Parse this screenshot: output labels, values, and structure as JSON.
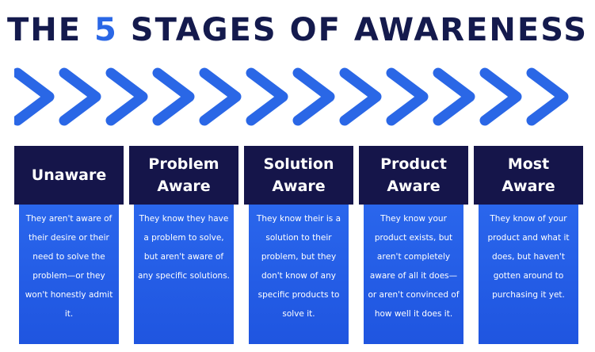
{
  "title": {
    "before": "THE ",
    "number": "5",
    "after": " STAGES OF AWARENESS"
  },
  "colors": {
    "navy": "#15154a",
    "blue": "#2563eb",
    "title": "#141a4d",
    "accent": "#2a67e6"
  },
  "chevron_count": 12,
  "stages": [
    {
      "name": "Unaware",
      "text": "They aren't aware of their desire or their need to solve the problem—or they won't honestly admit it."
    },
    {
      "name": "Problem\nAware",
      "text": "They know they have a problem to solve, but aren't aware of any specific solutions."
    },
    {
      "name": "Solution\nAware",
      "text": "They know their is a solution to their problem, but they don't know of any specific products to solve it."
    },
    {
      "name": "Product\nAware",
      "text": "They know your product exists, but aren't completely aware of all it does—or aren't convinced of how well it does it."
    },
    {
      "name": "Most\nAware",
      "text": "They know of your product and what it does, but haven't gotten around to purchasing it yet."
    }
  ]
}
